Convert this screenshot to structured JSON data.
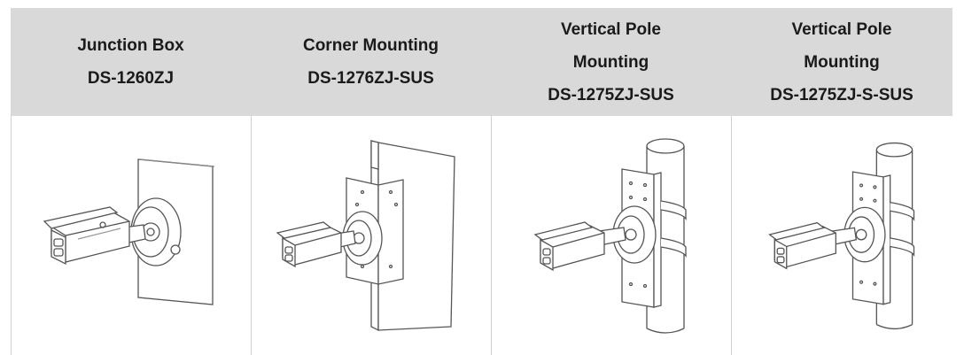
{
  "columns": [
    {
      "lines": [
        "Junction Box",
        "DS-1260ZJ"
      ],
      "image": "bullet-camera-junction-box-icon"
    },
    {
      "lines": [
        "Corner Mounting",
        "DS-1276ZJ-SUS"
      ],
      "image": "bullet-camera-corner-mount-icon"
    },
    {
      "lines": [
        "Vertical Pole",
        "Mounting",
        "DS-1275ZJ-SUS"
      ],
      "image": "bullet-camera-pole-mount-icon"
    },
    {
      "lines": [
        "Vertical Pole",
        "Mounting",
        "DS-1275ZJ-S-SUS"
      ],
      "image": "bullet-camera-pole-mount-icon"
    }
  ],
  "colors": {
    "header_bg": "#d9d9d9",
    "border": "#cfcfcf",
    "line_art": "#555555"
  }
}
